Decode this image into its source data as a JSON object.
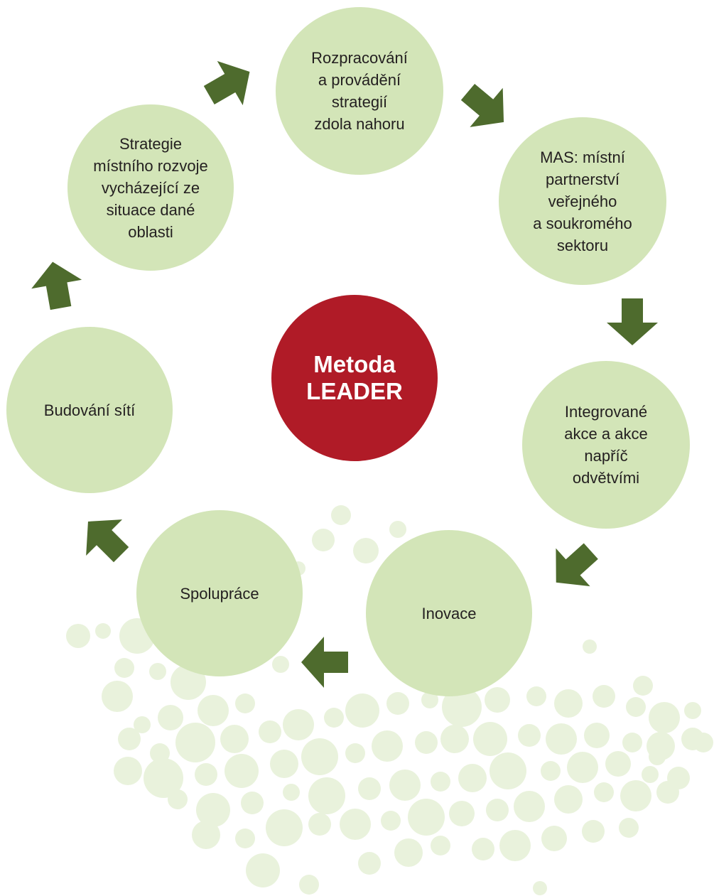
{
  "center": {
    "label": "Metoda\nLEADER"
  },
  "nodes": [
    {
      "id": "bottom-up",
      "label": "Rozpracování\na provádění\nstrategií\nzdola nahoru"
    },
    {
      "id": "lag",
      "label": "MAS: místní\npartnerství\nveřejného\na soukromého\nsektoru"
    },
    {
      "id": "integrated",
      "label": "Integrované\nakce a akce\nnapříč\nodvětvími"
    },
    {
      "id": "innovation",
      "label": "Inovace"
    },
    {
      "id": "cooperation",
      "label": "Spolupráce"
    },
    {
      "id": "networking",
      "label": "Budování sítí"
    },
    {
      "id": "area-strategy",
      "label": "Strategie\nmístního rozvoje\nvycházející ze\nsituace dané\noblasti"
    }
  ],
  "colors": {
    "node_fill": "#d3e5b8",
    "center_fill": "#b01b27",
    "arrow_fill": "#4e6b2d",
    "dot_fill": "#e9f2dc",
    "text": "#231f20"
  }
}
